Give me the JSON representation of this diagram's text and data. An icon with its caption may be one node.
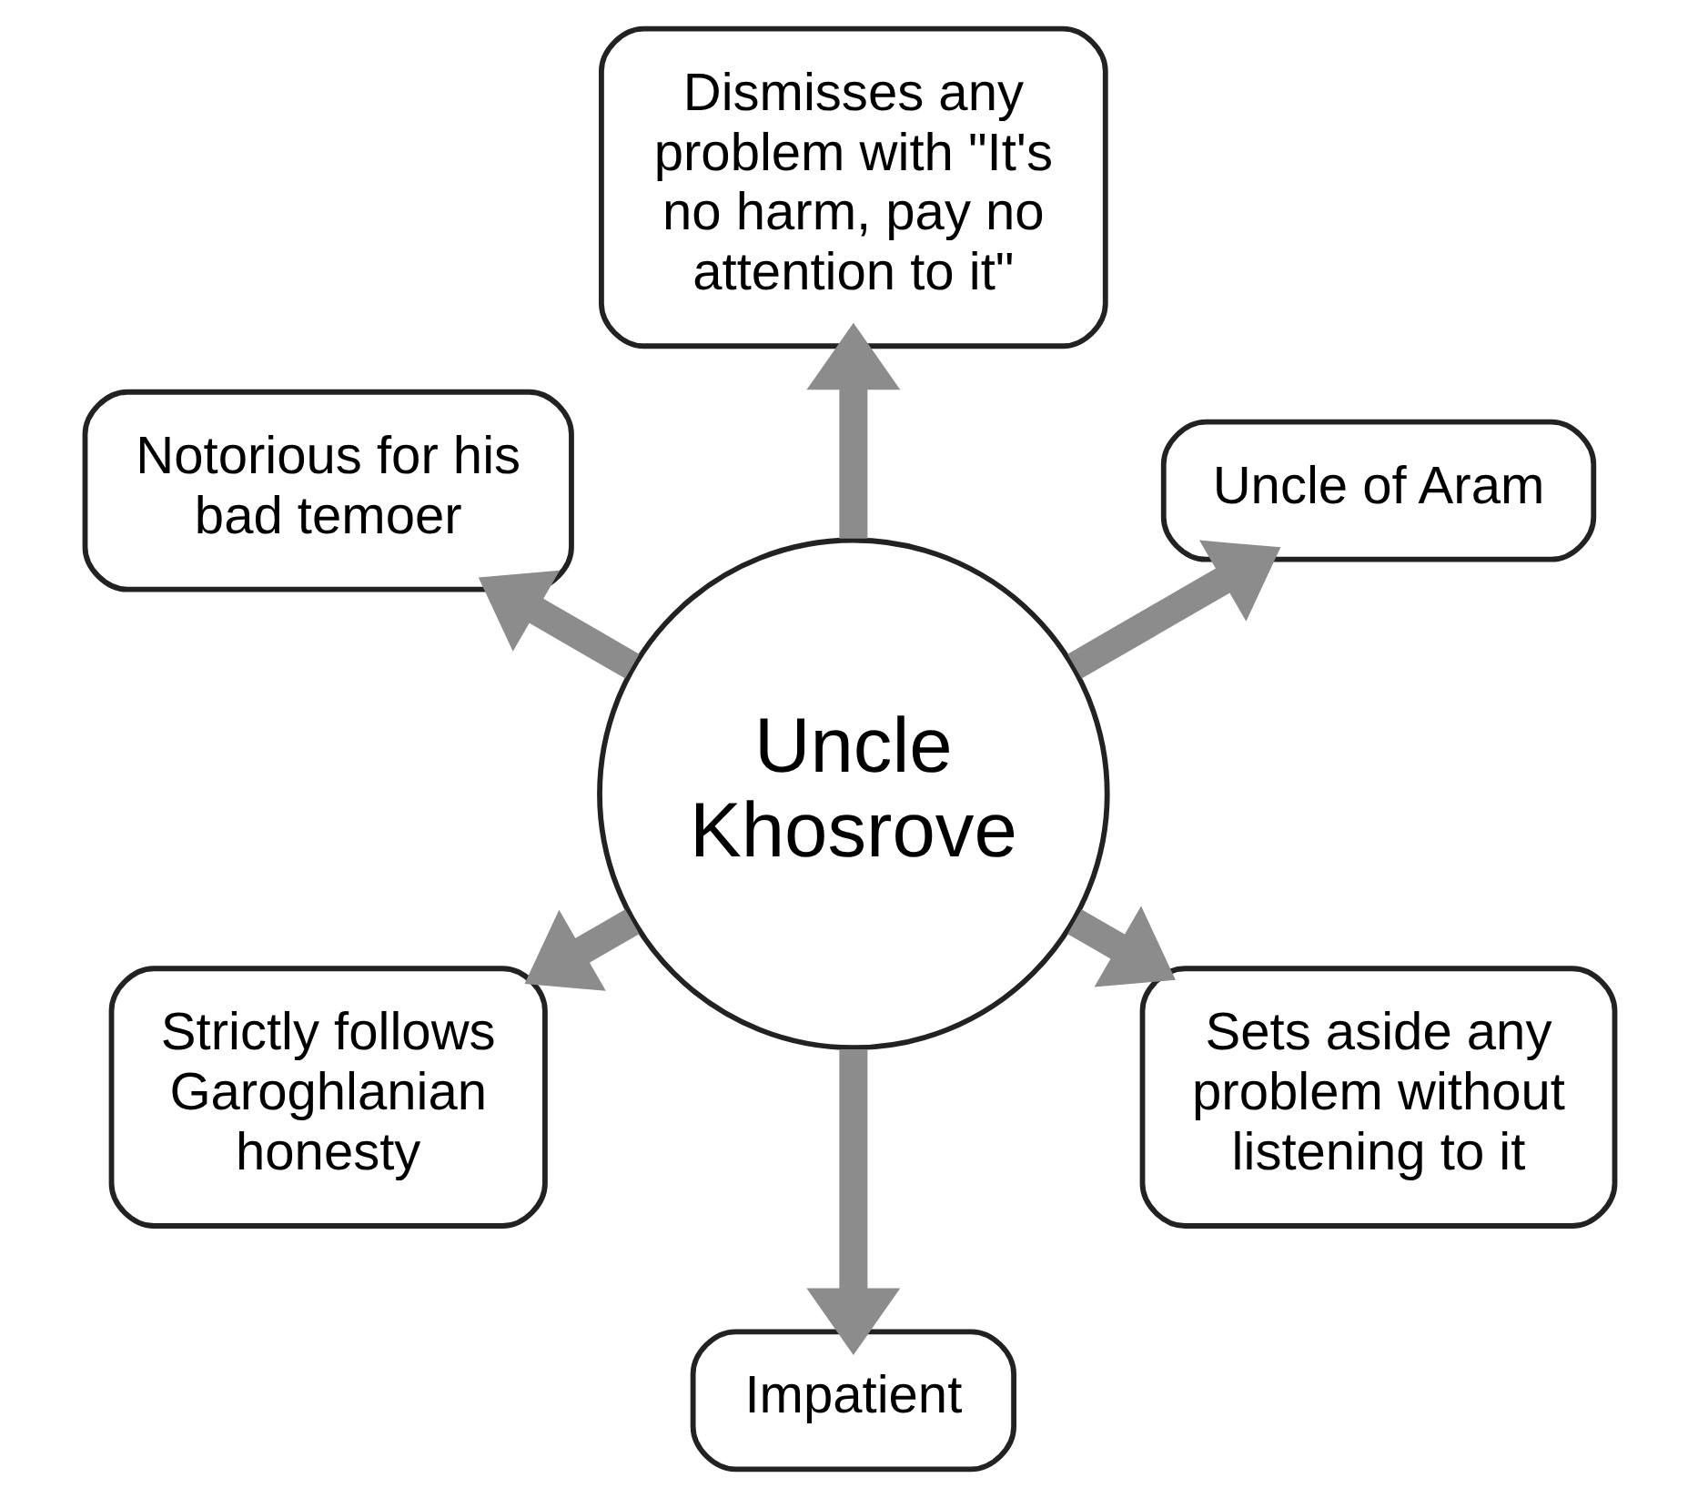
{
  "diagram": {
    "nodes": [
      {
        "text": [
          "Uncle of Aram"
        ]
      },
      {
        "text": [
          "Dismisses any problem with \"It's no harm, pay no attention to it\""
        ]
      },
      {
        "text": [
          "Notorious for his bad temoer"
        ]
      },
      {
        "text": [
          "Uncle Khosrove"
        ]
      },
      {
        "text": [
          "Strictly follows Garoghlanian honesty"
        ]
      },
      {
        "text": [
          "Impatient"
        ]
      },
      {
        "text": [
          "Sets aside any problem without listening to it"
        ]
      }
    ],
    "edges": [
      {
        "from": 3,
        "to": 0,
        "arrow": "to"
      },
      {
        "from": 3,
        "to": 1,
        "arrow": "to"
      },
      {
        "from": 3,
        "to": 2,
        "arrow": "to"
      },
      {
        "from": 3,
        "to": 4,
        "arrow": "to"
      },
      {
        "from": 3,
        "to": 5,
        "arrow": "to"
      },
      {
        "from": 3,
        "to": 6,
        "arrow": "to"
      }
    ]
  }
}
